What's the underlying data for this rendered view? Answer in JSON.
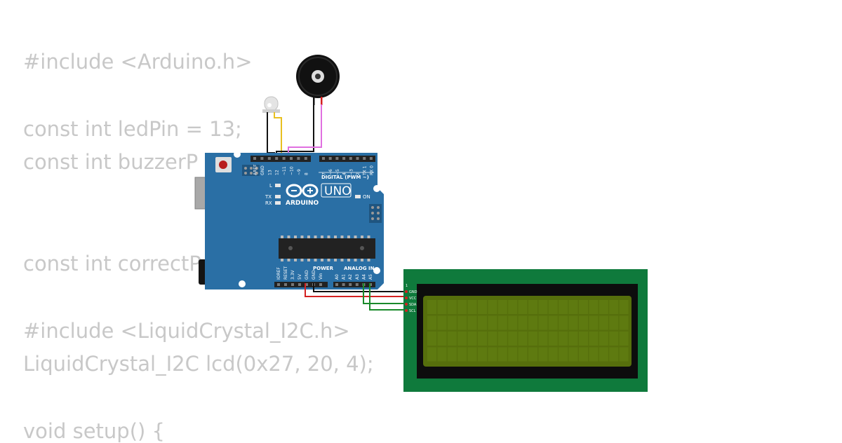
{
  "code": {
    "line1": "#include <Arduino.h>",
    "line2": "const int ledPin = 13;",
    "line3": "const int buzzerP",
    "line4": "const int correctP",
    "line5": "#include <LiquidCrystal_I2C.h>",
    "line6": "LiquidCrystal_I2C lcd(0x27, 20, 4);",
    "line7": "void setup() {"
  },
  "board": {
    "brand": "ARDUINO",
    "model": "UNO",
    "digital_label": "DIGITAL (PWM ~)",
    "power_label": "POWER",
    "analog_label": "ANALOG IN",
    "led_l": "L",
    "led_tx": "TX",
    "led_rx": "RX",
    "led_on": "ON",
    "top_pins": [
      "AREF",
      "GND",
      "13",
      "12",
      "~11",
      "~10",
      "~9",
      "8",
      "7",
      "~6",
      "~5",
      "4",
      "~3",
      "2",
      "TX 1",
      "RX 0"
    ],
    "power_pins": [
      "IOREF",
      "RESET",
      "3.3V",
      "5V",
      "GND",
      "GND",
      "Vin"
    ],
    "analog_pins": [
      "A0",
      "A1",
      "A2",
      "A3",
      "A4",
      "A5"
    ]
  },
  "lcd": {
    "pin_index": "1",
    "pins": [
      "GND",
      "VCC",
      "SDA",
      "SCL"
    ]
  },
  "colors": {
    "board": "#2a6fa5",
    "lcd_pcb": "#0f7a3c",
    "lcd_screen": "#566f0c",
    "code_text": "#c8c8c8",
    "wire_red": "#d42020",
    "wire_green": "#1a8a2a",
    "wire_yellow": "#e8c020",
    "wire_pink": "#e070e0"
  }
}
